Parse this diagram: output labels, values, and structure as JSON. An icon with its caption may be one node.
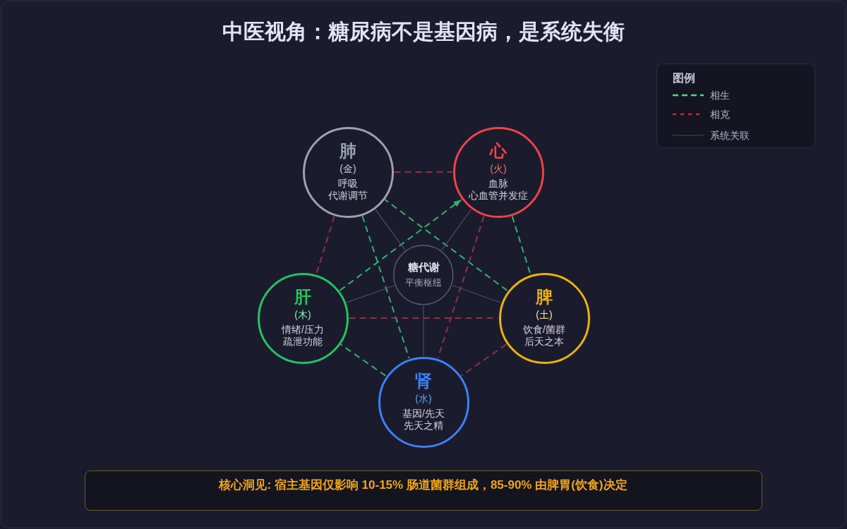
{
  "diagram": {
    "title": "中医视角：糖尿病不是基因病，是系统失衡",
    "nodes": [
      {
        "text": [
          "肺",
          "(金)",
          "呼吸",
          "代谢调节"
        ]
      },
      {
        "text": [
          "心",
          "(火)",
          "血脉",
          "心血管并发症"
        ]
      },
      {
        "text": [
          "糖代谢",
          "平衡枢纽"
        ]
      },
      {
        "text": [
          "肝",
          "(木)",
          "情绪/压力",
          "疏泄功能"
        ]
      },
      {
        "text": [
          "脾",
          "(土)",
          "饮食/菌群",
          "后天之本"
        ]
      },
      {
        "text": [
          "肾",
          "(水)",
          "基因/先天",
          "先天之精"
        ]
      },
      {
        "text": [
          "核心洞见: 宿主基因仅影响 10-15% 肠道菌群组成，85-90% 由脾胃(饮食)决定"
        ]
      }
    ],
    "edges": [
      {
        "from": 3,
        "to": 1,
        "arrow": "to",
        "style": "dashed",
        "color": "#34b36a"
      },
      {
        "from": 1,
        "to": 4,
        "arrow": "none",
        "style": "dashed",
        "color": "#34b36a"
      },
      {
        "from": 4,
        "to": 0,
        "arrow": "none",
        "style": "dashed",
        "color": "#34b36a"
      },
      {
        "from": 0,
        "to": 5,
        "arrow": "none",
        "style": "dashed",
        "color": "#34b36a"
      },
      {
        "from": 5,
        "to": 3,
        "arrow": "none",
        "style": "dashed",
        "color": "#34b36a"
      },
      {
        "from": 0,
        "to": 1,
        "arrow": "none",
        "style": "dashed",
        "color": "#8c3344"
      },
      {
        "from": 0,
        "to": 3,
        "arrow": "none",
        "style": "dashed",
        "color": "#8c3344"
      },
      {
        "from": 3,
        "to": 4,
        "arrow": "none",
        "style": "dashed",
        "color": "#8c3344"
      },
      {
        "from": 1,
        "to": 5,
        "arrow": "none",
        "style": "dashed",
        "color": "#8c3344"
      },
      {
        "from": 4,
        "to": 5,
        "arrow": "none",
        "style": "dashed",
        "color": "#8c3344"
      },
      {
        "from": 2,
        "to": 0,
        "arrow": "none",
        "color": "#4e4e66"
      },
      {
        "from": 2,
        "to": 1,
        "arrow": "none",
        "color": "#4e4e66"
      },
      {
        "from": 2,
        "to": 3,
        "arrow": "none",
        "color": "#4e4e66"
      },
      {
        "from": 2,
        "to": 4,
        "arrow": "none",
        "color": "#4e4e66"
      },
      {
        "from": 2,
        "to": 5,
        "arrow": "none",
        "color": "#4e4e66"
      }
    ],
    "labels": [
      "图例"
    ],
    "legend": [
      {
        "text": "相生"
      },
      {
        "text": "相克"
      },
      {
        "text": "系统关联"
      }
    ]
  }
}
